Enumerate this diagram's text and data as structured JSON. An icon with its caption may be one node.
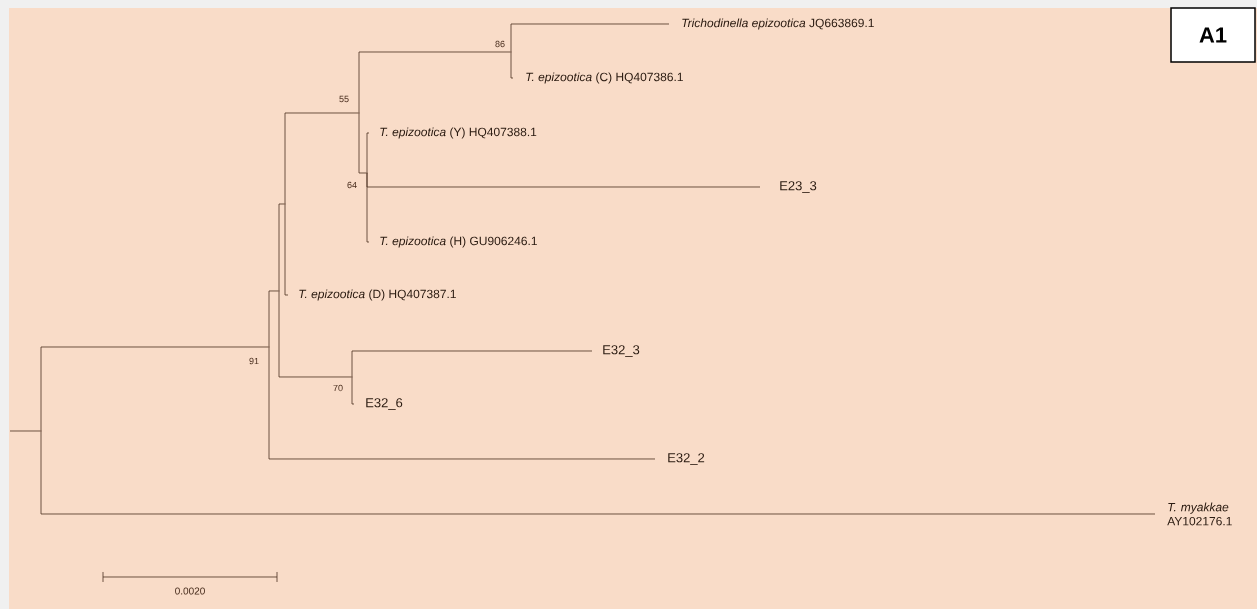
{
  "diagram": {
    "nodes": [
      {
        "text": [
          "A1"
        ]
      },
      {
        "text": [],
        "shape": "point"
      },
      {
        "text": [],
        "shape": "point",
        "beside": [
          "91"
        ]
      },
      {
        "text": [],
        "shape": "point"
      },
      {
        "text": [],
        "shape": "point"
      },
      {
        "text": [],
        "shape": "point",
        "beside": [
          "55"
        ]
      },
      {
        "text": [],
        "shape": "point",
        "beside": [
          "86"
        ]
      },
      {
        "text": [
          "*Trichodinella epizootica* JQ663869.1"
        ]
      },
      {
        "text": [
          "*T. epizootica* (C) HQ407386.1"
        ]
      },
      {
        "text": [],
        "shape": "point",
        "beside": [
          "64"
        ]
      },
      {
        "text": [
          "*T. epizootica* (Y) HQ407388.1"
        ]
      },
      {
        "text": [
          "E23_3"
        ]
      },
      {
        "text": [
          "*T. epizootica* (H) GU906246.1"
        ]
      },
      {
        "text": [
          "*T. epizootica* (D) HQ407387.1"
        ]
      },
      {
        "text": [],
        "shape": "point",
        "beside": [
          "70"
        ]
      },
      {
        "text": [
          "E32_3"
        ]
      },
      {
        "text": [
          "E32_6"
        ]
      },
      {
        "text": [
          "E32_2"
        ]
      },
      {
        "text": [
          "*T. myakkae* AY102176.1"
        ]
      }
    ],
    "edges": [
      {
        "from": null,
        "to": 1,
        "arrow": "none"
      },
      {
        "from": 1,
        "to": 2,
        "arrow": "none"
      },
      {
        "from": 1,
        "to": 18,
        "arrow": "none"
      },
      {
        "from": 2,
        "to": 3,
        "arrow": "none"
      },
      {
        "from": 2,
        "to": 17,
        "arrow": "none"
      },
      {
        "from": 3,
        "to": 4,
        "arrow": "none"
      },
      {
        "from": 3,
        "to": 14,
        "arrow": "none"
      },
      {
        "from": 4,
        "to": 5,
        "arrow": "none"
      },
      {
        "from": 4,
        "to": 13,
        "arrow": "none"
      },
      {
        "from": 5,
        "to": 6,
        "arrow": "none"
      },
      {
        "from": 5,
        "to": 9,
        "arrow": "none"
      },
      {
        "from": 6,
        "to": 7,
        "arrow": "none"
      },
      {
        "from": 6,
        "to": 8,
        "arrow": "none"
      },
      {
        "from": 9,
        "to": 10,
        "arrow": "none"
      },
      {
        "from": 9,
        "to": 11,
        "arrow": "none"
      },
      {
        "from": 9,
        "to": 12,
        "arrow": "none"
      },
      {
        "from": 14,
        "to": 15,
        "arrow": "none"
      },
      {
        "from": 14,
        "to": 16,
        "arrow": "none"
      }
    ],
    "labels": [
      "0.0020"
    ]
  }
}
